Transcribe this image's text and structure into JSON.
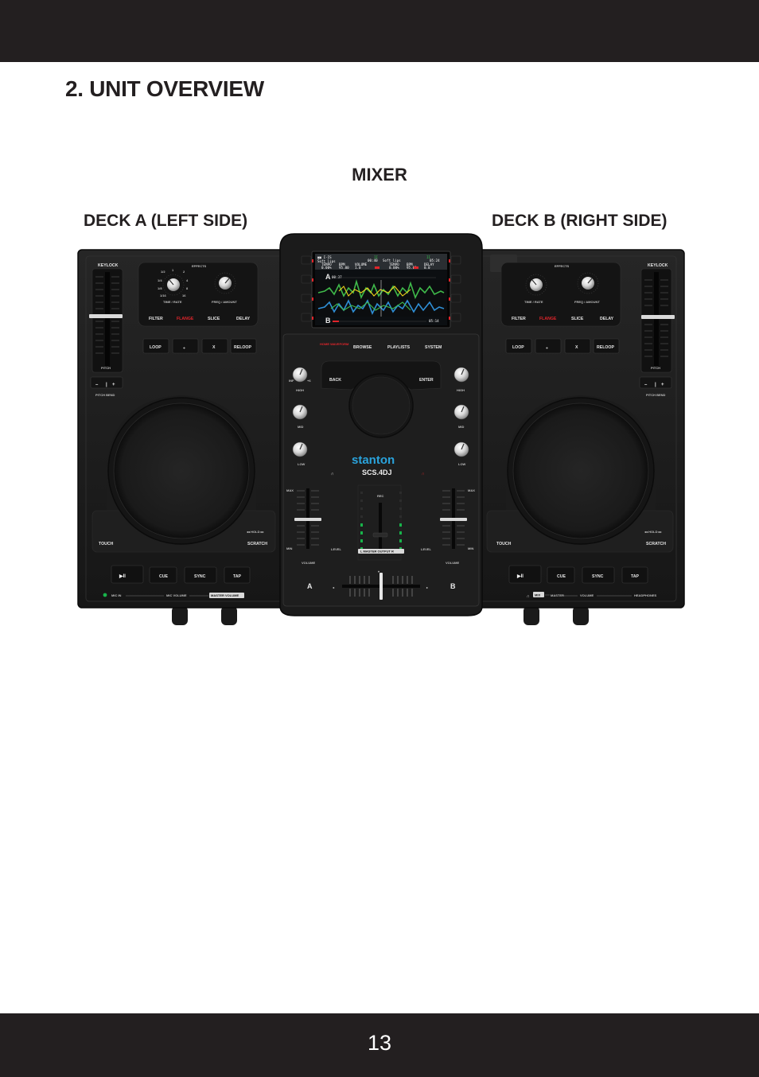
{
  "page": {
    "section_title": "2. UNIT OVERVIEW",
    "label_mixer": "MIXER",
    "label_deck_a": "DECK A (LEFT SIDE)",
    "label_deck_b": "DECK B (RIGHT SIDE)",
    "page_number": "13"
  },
  "device": {
    "brand": "stanton",
    "model": "SCS.4DJ",
    "colors": {
      "body": "#1d1d1d",
      "panel": "#2a2a2a",
      "accent_red": "#e0252b",
      "brand_blue": "#2aa3dc",
      "led_green": "#18b34a"
    },
    "deck_a": {
      "keylock": "KEYLOCK",
      "pitch": "PITCH",
      "pitch_bend": "PITCH BEND",
      "pitch_bend_buttons": [
        "–",
        "+"
      ],
      "effects": "EFFECTS",
      "time_rate": "TIME / RATE",
      "freq_amount": "FREQ / AMOUNT",
      "knob_scale": [
        "1/2",
        "1",
        "2",
        "4",
        "8",
        "16",
        "1/16",
        "1/8",
        "1/4"
      ],
      "fx_buttons": [
        "FILTER",
        "FLANGE",
        "SLICE",
        "DELAY"
      ],
      "loop_buttons": [
        "LOOP",
        "÷",
        "X",
        "RELOOP"
      ],
      "hold": "◂◂ HOLD ▸▸",
      "touch": "TOUCH",
      "scratch": "SCRATCH",
      "transport": [
        "▶II",
        "CUE",
        "SYNC",
        "TAP"
      ],
      "bottom_labels": [
        "MIC IN",
        "MIC VOLUME",
        "MASTER VOLUME"
      ]
    },
    "deck_b": {
      "keylock": "KEYLOCK",
      "pitch": "PITCH",
      "pitch_bend": "PITCH BEND",
      "pitch_bend_buttons": [
        "–",
        "+"
      ],
      "effects": "EFFECTS",
      "time_rate": "TIME / RATE",
      "freq_amount": "FREQ / AMOUNT",
      "fx_buttons": [
        "FILTER",
        "FLANGE",
        "SLICE",
        "DELAY"
      ],
      "loop_buttons": [
        "LOOP",
        "÷",
        "X",
        "RELOOP"
      ],
      "hold": "◂◂ HOLD ▸▸",
      "touch": "TOUCH",
      "scratch": "SCRATCH",
      "transport": [
        "▶II",
        "CUE",
        "SYNC",
        "TAP"
      ],
      "bottom_labels": [
        "MIX",
        "MASTER",
        "VOLUME",
        "HEADPHONES"
      ]
    },
    "mixer": {
      "nav_buttons": [
        "HOME WAVEFORM",
        "BROWSE",
        "PLAYLISTS",
        "SYSTEM"
      ],
      "back": "BACK",
      "enter": "ENTER",
      "eq_labels": [
        "HIGH",
        "MID",
        "LOW"
      ],
      "knob_scale": [
        "INF",
        "+6"
      ],
      "fader_max": "MAX",
      "fader_min": "MIN",
      "rec": "REC",
      "level": "LEVEL",
      "master_output": "L   MASTER OUTPUT   R",
      "volume": "VOLUME",
      "channel_a": "A",
      "channel_b": "B"
    },
    "screen": {
      "deck_a_tag": "A",
      "deck_b_tag": "B",
      "track_title_a": "Soft lips",
      "track_title_b": "Soft lips",
      "time_a": "00:40",
      "time_b": "05:24",
      "row2": [
        "TEMPO",
        "BPM",
        "VOLUME",
        "TEMPO",
        "BPM",
        "DELAY"
      ],
      "row3": [
        "0.00%",
        "95.00",
        "1.0",
        "0.00%",
        "95.00",
        "0.0"
      ],
      "marker_a": "00:37",
      "marker_b": "05:14"
    }
  }
}
